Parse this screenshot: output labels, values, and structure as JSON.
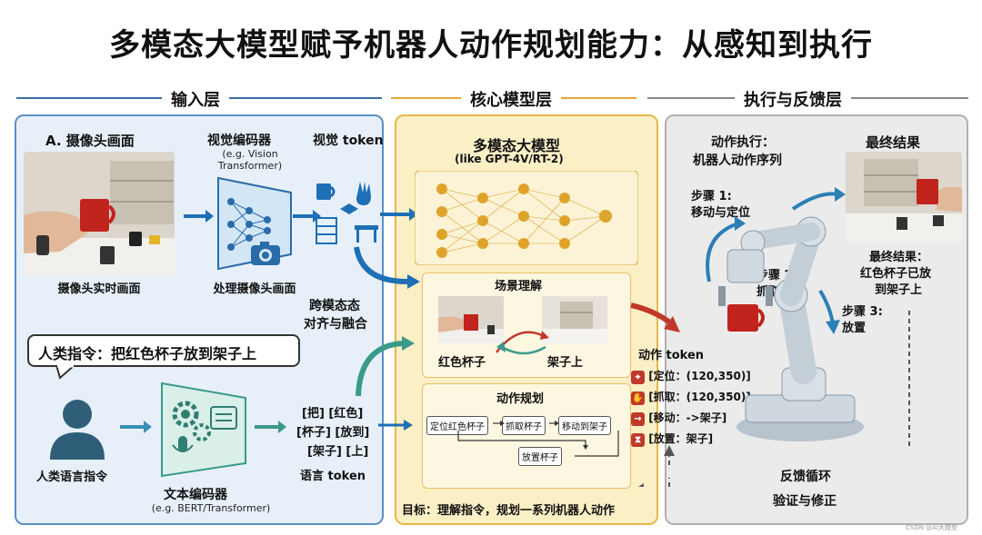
{
  "title": "多模态大模型赋予机器人动作规划能力：从感知到执行",
  "sections": {
    "input": "输入层",
    "core": "核心模型层",
    "exec": "执行与反馈层"
  },
  "input": {
    "camera_title": "A. 摄像头画面",
    "camera_caption": "摄像头实时画面",
    "vision_encoder": "视觉编码器",
    "vision_encoder_sub1": "(e.g. Vision",
    "vision_encoder_sub2": "Transformer)",
    "vision_encoder_caption": "处理摄像头画面",
    "vision_token": "视觉 token",
    "cross_modal1": "跨模态态",
    "cross_modal2": "对齐与融合",
    "human_command": "人类指令：把红色杯子放到架子上",
    "human_caption": "人类语言指令",
    "text_encoder": "文本编码器",
    "text_encoder_sub": "(e.g. BERT/Transformer)",
    "lang_tokens": [
      "[把] [红色]",
      "[杯子] [放到]",
      "[架子] [上]"
    ],
    "lang_token_label": "语言 token"
  },
  "core": {
    "model_title": "多模态大模型",
    "model_sub": "(like GPT-4V/RT-2)",
    "scene_title": "场景理解",
    "scene_cup": "红色杯子",
    "scene_shelf": "架子上",
    "plan_title": "动作规划",
    "plan_steps": [
      "定位红色杯子",
      "抓取杯子",
      "移动到架子",
      "放置杯子"
    ],
    "goal": "目标：理解指令，规划一系列机器人动作"
  },
  "action_tokens": {
    "label": "动作 token",
    "items": [
      "[定位：(120,350)]",
      "[抓取：(120,350)]",
      "[移动：->架子]",
      "[放置：架子]"
    ]
  },
  "exec": {
    "action_exec1": "动作执行：",
    "action_exec2": "机器人动作序列",
    "final_title": "最终结果",
    "step1a": "步骤 1:",
    "step1b": "移动与定位",
    "step2a": "步骤 2:",
    "step2b": "抓取",
    "step3a": "步骤 3:",
    "step3b": "放置",
    "final_result1": "最终结果：",
    "final_result2": "红色杯子已放",
    "final_result3": "到架子上",
    "feedback1": "反馈循环",
    "feedback2": "验证与修正"
  },
  "watermark": "CSDN @AI大模型",
  "colors": {
    "input_panel": "#e6f0f9",
    "input_border": "#5b8fc4",
    "core_panel": "#fbeec2",
    "core_border": "#e4b84a",
    "exec_panel": "#e9e9e9",
    "exec_border": "#aaaaaa",
    "accent_blue": "#1f6fb5",
    "accent_teal": "#3a9a8a",
    "accent_red": "#c0392b"
  }
}
